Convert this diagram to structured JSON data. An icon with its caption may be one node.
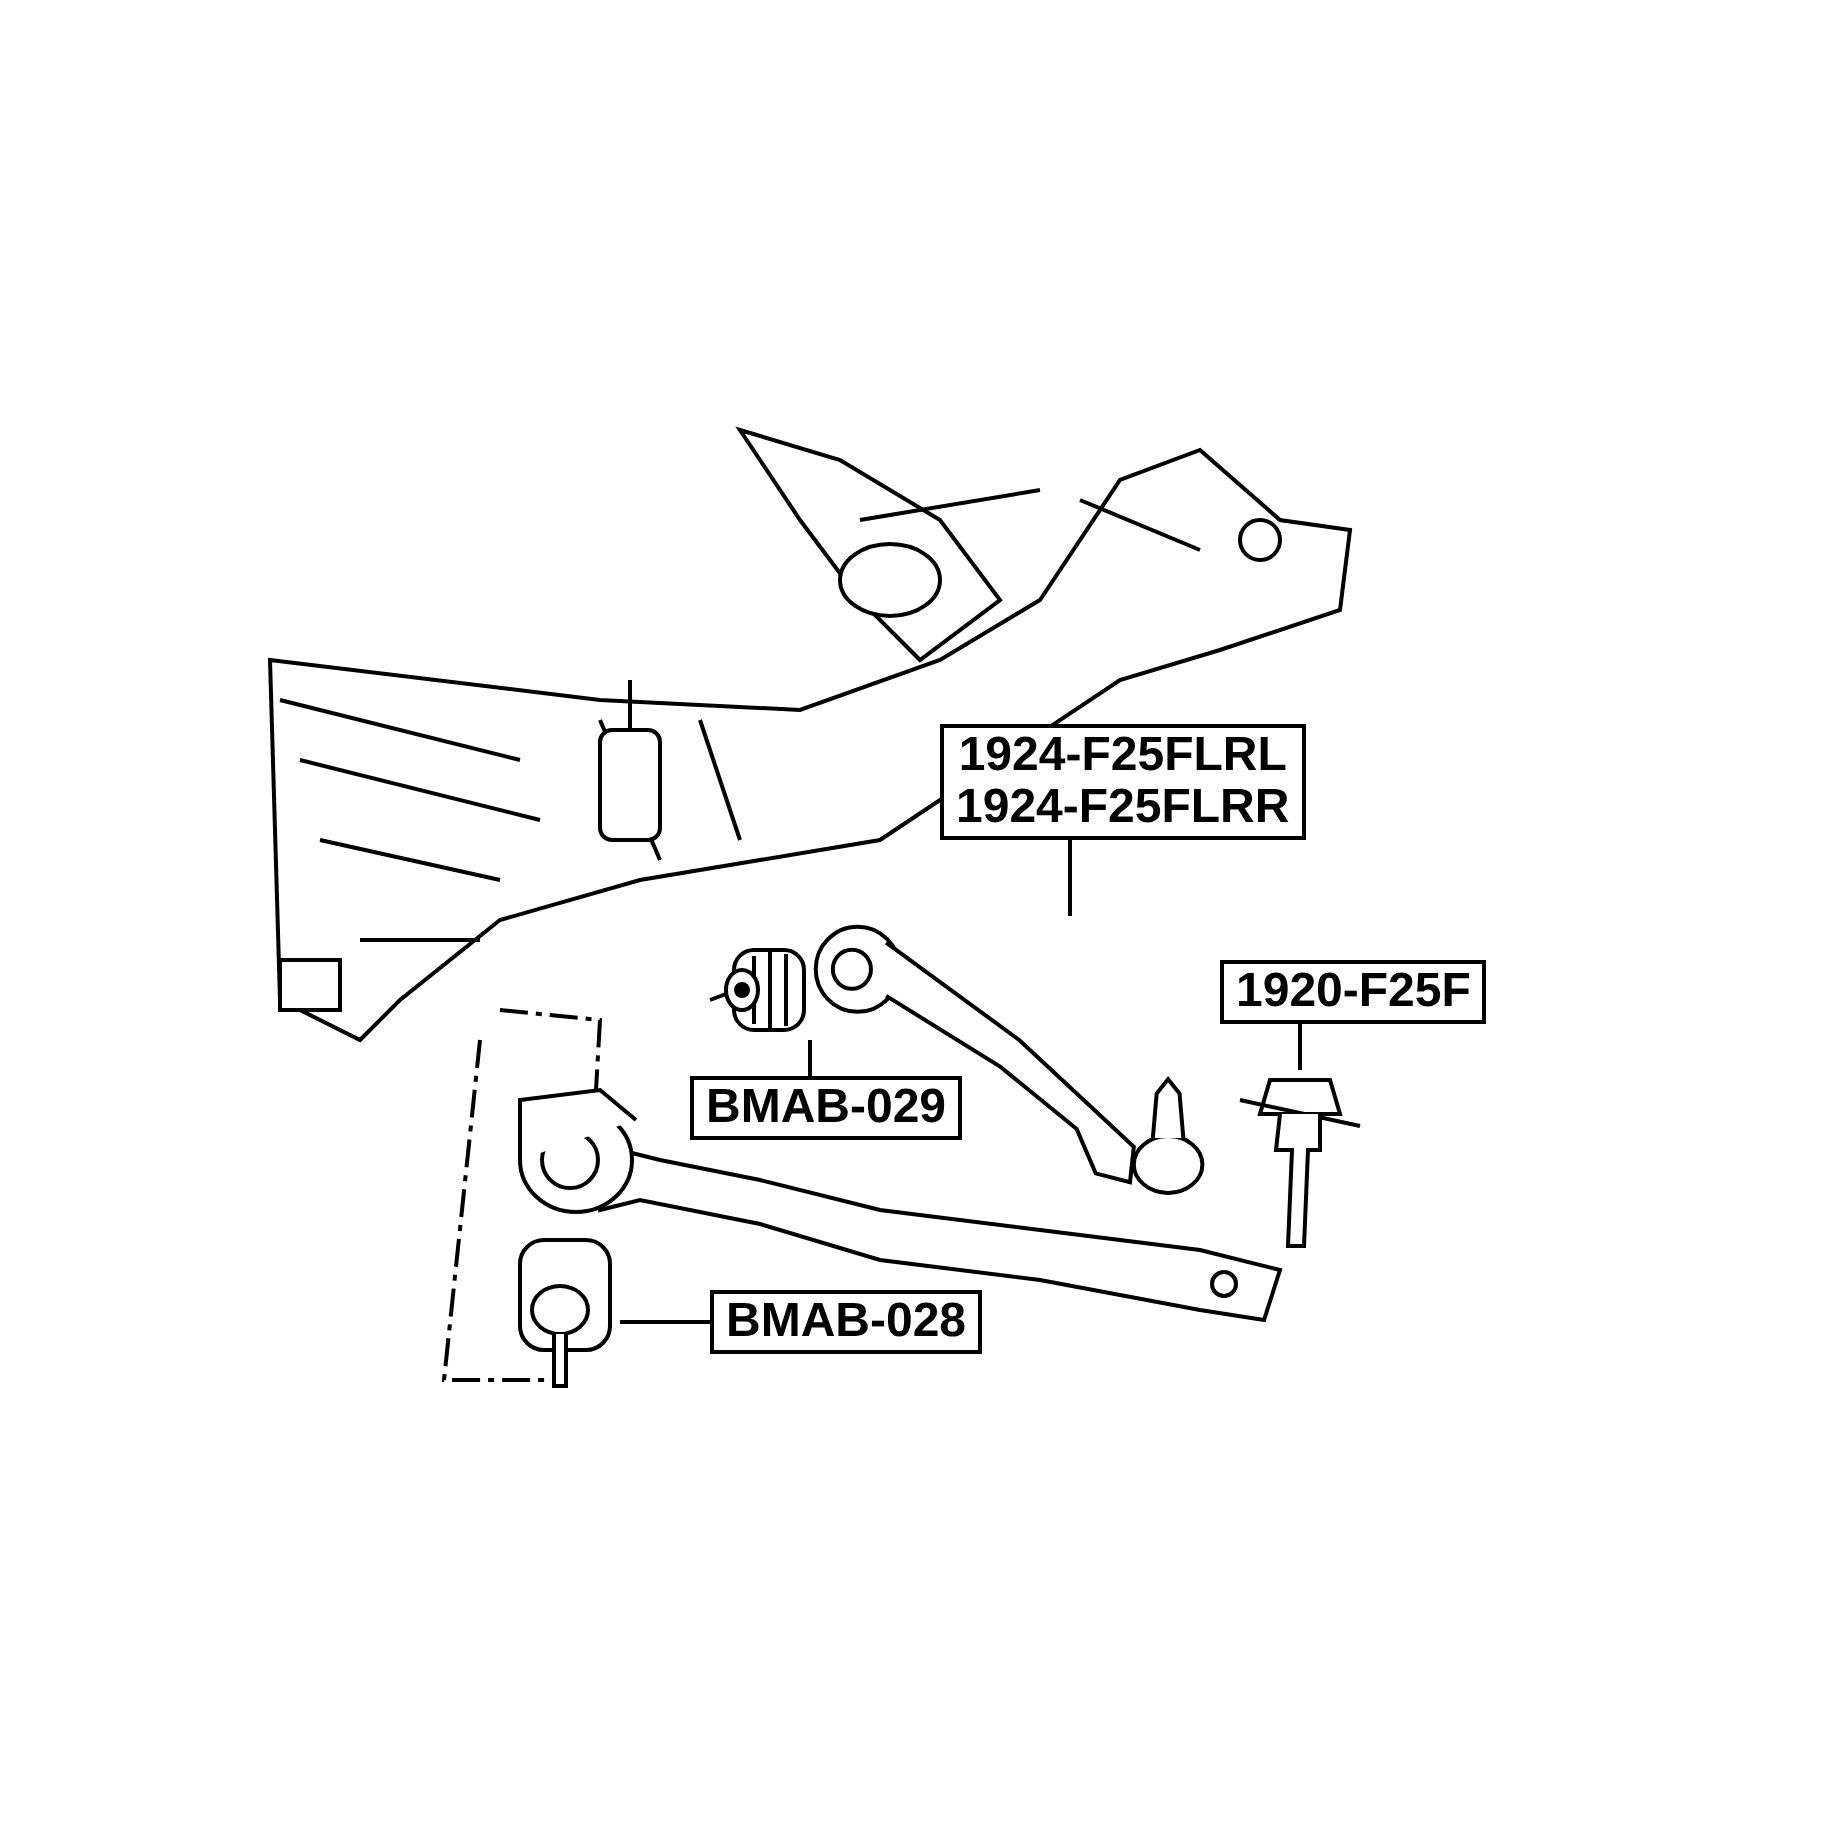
{
  "diagram": {
    "nodes": [
      {
        "text": [
          "1924-F25FLRL",
          "1924-F25FLRR"
        ]
      },
      {
        "text": [
          "1920-F25F"
        ]
      },
      {
        "text": [
          "BMAB-029"
        ]
      },
      {
        "text": [
          "BMAB-028"
        ]
      },
      {
        "text": [],
        "shape": "picture"
      },
      {
        "text": [],
        "shape": "picture"
      },
      {
        "text": [],
        "shape": "picture"
      },
      {
        "text": [],
        "shape": "picture"
      }
    ],
    "edges": [
      {
        "from": 0,
        "to": 4,
        "arrow": "none"
      },
      {
        "from": 1,
        "to": 5,
        "arrow": "none"
      },
      {
        "from": 2,
        "to": 6,
        "arrow": "none"
      },
      {
        "from": 3,
        "to": 7,
        "arrow": "none"
      }
    ]
  }
}
